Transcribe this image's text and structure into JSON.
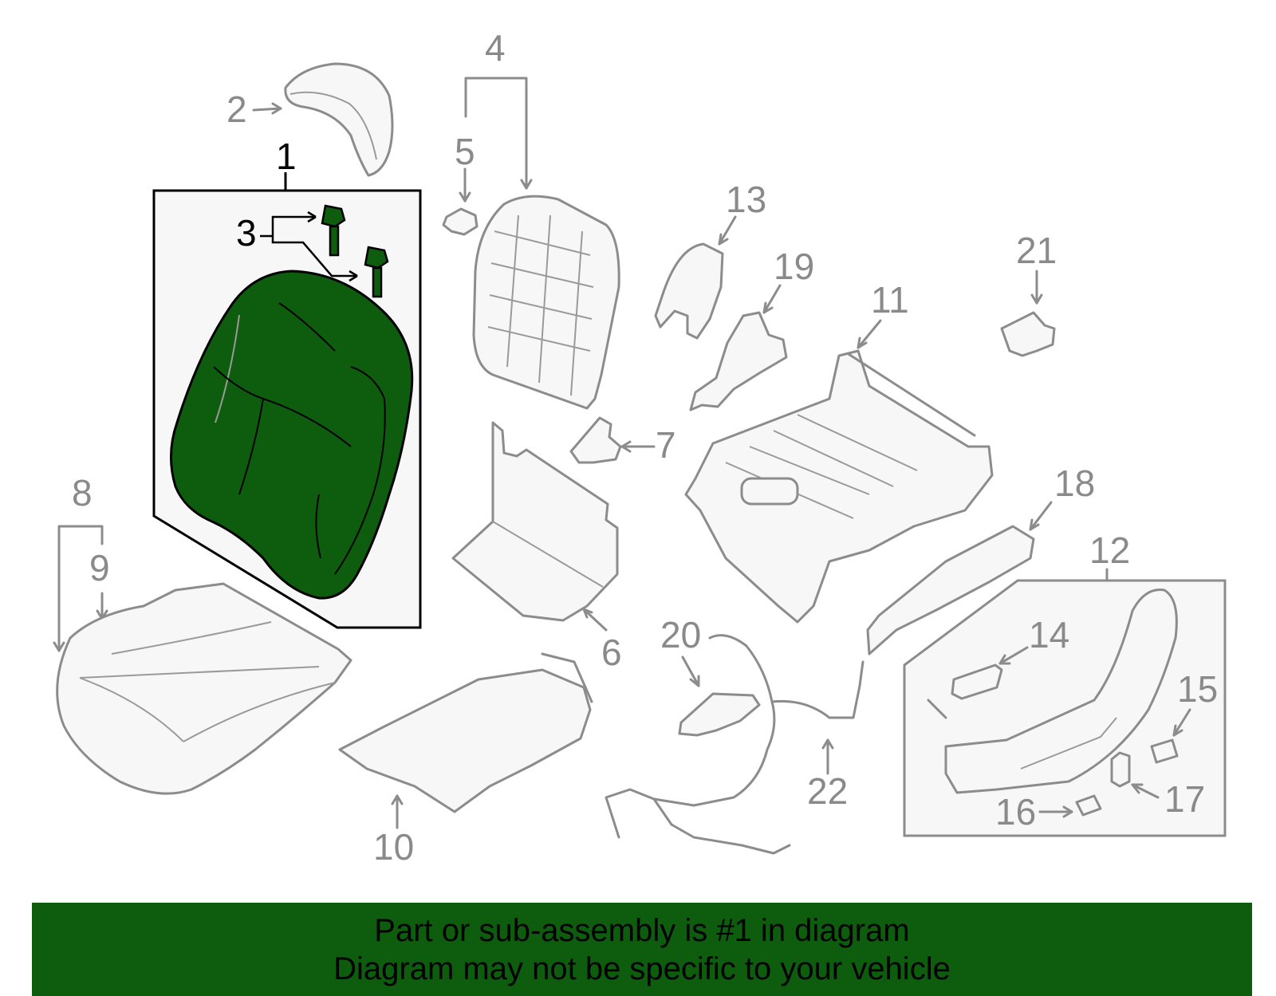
{
  "callouts": {
    "c1": "1",
    "c2": "2",
    "c3": "3",
    "c4": "4",
    "c5": "5",
    "c6": "6",
    "c7": "7",
    "c8": "8",
    "c9": "9",
    "c10": "10",
    "c11": "11",
    "c12": "12",
    "c13": "13",
    "c14": "14",
    "c15": "15",
    "c16": "16",
    "c17": "17",
    "c18": "18",
    "c19": "19",
    "c20": "20",
    "c21": "21",
    "c22": "22"
  },
  "colors": {
    "highlight_fill": "#0e5c0e",
    "part_outline": "#8c8c8c",
    "highlight_outline": "#000000",
    "background_box": "#f7f7f7"
  },
  "banner": {
    "line1": "Part or sub-assembly is #1 in diagram",
    "line2": "Diagram may not be specific to your vehicle"
  }
}
